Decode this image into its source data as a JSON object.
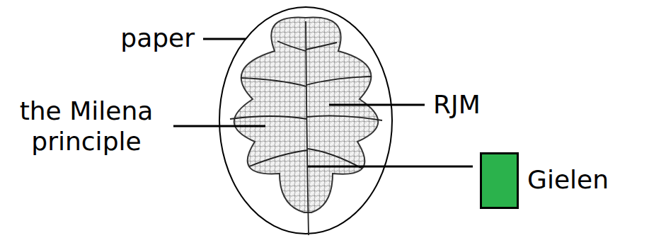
{
  "diagram": {
    "labels": [
      "paper",
      "the Milena principle",
      "RJM"
    ],
    "legend": [
      {
        "text": "Gielen",
        "color": "#2bb24c"
      }
    ]
  }
}
